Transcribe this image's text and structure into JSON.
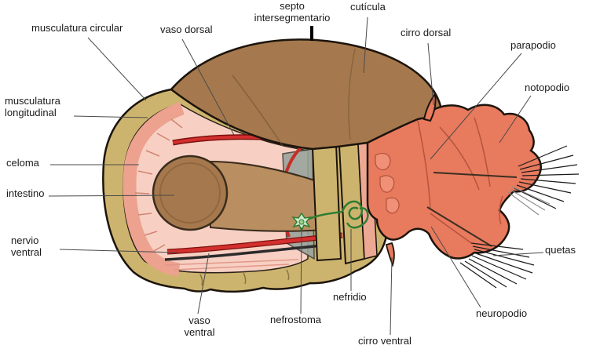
{
  "labels": {
    "musculatura_circular": "musculatura circular",
    "vaso_dorsal": "vaso dorsal",
    "septo_intersegmentario": "septo intersegmentario",
    "cuticula": "cutícula",
    "cirro_dorsal": "cirro dorsal",
    "parapodio": "parapodio",
    "notopodio": "notopodio",
    "musculatura_longitudinal": "musculatura longitudinal",
    "celoma": "celoma",
    "intestino": "intestino",
    "nervio_ventral": "nervio ventral",
    "quetas": "quetas",
    "vaso_ventral": "vaso ventral",
    "nefrostoma": "nefrostoma",
    "nefridio": "nefridio",
    "cirro_ventral": "cirro ventral",
    "neuropodio": "neuropodio"
  },
  "colors": {
    "body_brown": "#a5794d",
    "cut_edge_tan": "#cdb46e",
    "muscle_pink": "#eca28f",
    "coelom_pink": "#f7d0c3",
    "intestine_brown": "#b98e60",
    "vessel_red": "#d32f2f",
    "parapodium_salmon": "#e87a5e",
    "nephridium_green": "#2f7d32",
    "septum_gray": "#9aa49e",
    "outline": "#1c140c"
  }
}
